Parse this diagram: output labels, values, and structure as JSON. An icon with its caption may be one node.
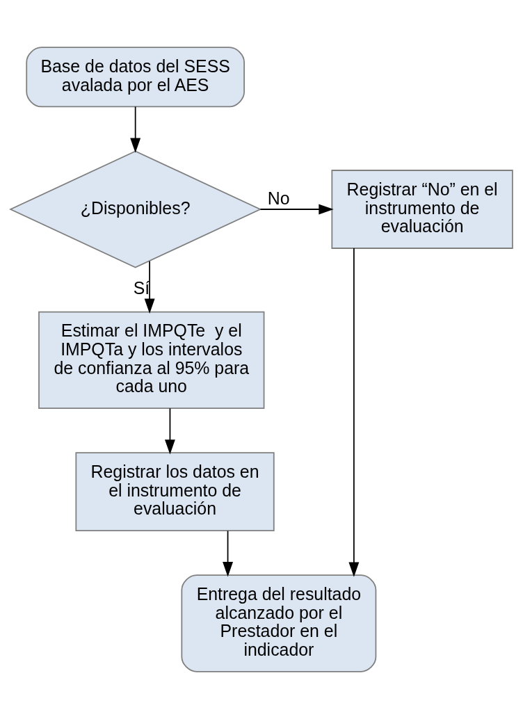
{
  "diagram": {
    "nodes": [
      {
        "text": [
          "Base de datos del SESS avalada por el AES"
        ]
      },
      {
        "text": [
          "¿Disponibles?"
        ]
      },
      {
        "text": [
          "Registrar “No” en el instrumento de evaluación"
        ]
      },
      {
        "text": [
          "Estimar el IMPQTe  y el IMPQTa y los intervalos de confianza al 95% para cada uno"
        ]
      },
      {
        "text": [
          "Registrar los datos en el instrumento de evaluación"
        ]
      },
      {
        "text": [
          "Entrega del resultado alcanzado por el Prestador en el indicador"
        ]
      }
    ],
    "edges": [
      {
        "from": 0,
        "to": 1,
        "arrow": "to"
      },
      {
        "from": 1,
        "to": 2,
        "arrow": "to",
        "label": "No"
      },
      {
        "from": 1,
        "to": 3,
        "arrow": "to",
        "label": "Sí"
      },
      {
        "from": 3,
        "to": 4,
        "arrow": "to"
      },
      {
        "from": 4,
        "to": 5,
        "arrow": "to"
      },
      {
        "from": 2,
        "to": 5,
        "arrow": "to"
      }
    ]
  }
}
